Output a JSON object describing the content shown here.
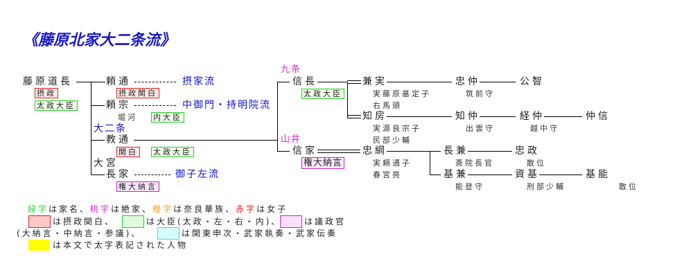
{
  "title": "《藤原北家大二条流》",
  "michinaga": {
    "name": "藤原道長",
    "t1": "摂政",
    "t2": "太政大臣"
  },
  "yorimichi": {
    "name": "頼通",
    "t1": "摂政関白",
    "branch": "摂家流"
  },
  "yorimune": {
    "name": "頼宗",
    "note": "堀河",
    "t1": "内大臣",
    "branch": "中御門・持明院流"
  },
  "norimichi": {
    "house": "大二条",
    "name": "教通",
    "t1": "関白",
    "t2": "太政大臣"
  },
  "nagaie": {
    "house": "大宮",
    "name": "長家",
    "t1": "権大納言",
    "branch": "御子左流"
  },
  "nobunaga": {
    "house": "九条",
    "name": "信長",
    "t1": "太政大臣"
  },
  "kanezane": {
    "name": "兼実",
    "n1": "実藤原基定子",
    "n2": "右馬頭"
  },
  "tadanaka": {
    "name": "忠仲",
    "n1": "筑前守"
  },
  "kimitomo": {
    "name": "公智"
  },
  "tomofusa": {
    "name": "知房",
    "n1": "実源良宗子",
    "n2": "民部少輔"
  },
  "tomonaka": {
    "name": "知仲",
    "n1": "出雲守"
  },
  "tsunenaka": {
    "name": "経仲",
    "n1": "越中守"
  },
  "nakanobu": {
    "name": "仲信"
  },
  "nobuie": {
    "house": "山井",
    "name": "信家",
    "t1": "権大納言"
  },
  "tadatsuna": {
    "name": "忠綱",
    "n1": "実頼通子",
    "n2": "春宮亮"
  },
  "nagakane": {
    "name": "長兼",
    "n1": "斎院長官"
  },
  "tadamasa": {
    "name": "忠政",
    "n1": "散位"
  },
  "motokane": {
    "name": "基兼",
    "n1": "能登守"
  },
  "sukemoto": {
    "name": "資基",
    "n1": "刑部少輔"
  },
  "motoyoshi": {
    "name": "基能",
    "n1": "散位"
  },
  "legend": {
    "green": "緑字",
    "l1a": "は家名、",
    "pink": "桃字",
    "l1b": "は絶家、",
    "orange": "橙字",
    "l1c": "は奈良華族、",
    "red": "赤字",
    "l1d": "は女子",
    "l2a": "は摂政関白、",
    "l2b": "は大臣(太政・左・右・内)、",
    "l2c": "は議政官",
    "l3a": "(大納言・中納言・参議)、",
    "l3b": "は関東申次・武家執奏・武家伝奏",
    "l4": "は本文で太字表記された人物",
    "colors": {
      "green": "#20e020",
      "pink": "#e020e0",
      "orange": "#f0a020",
      "red": "#e02020",
      "yellow": "#ffff00",
      "cyan": "#d8fafa"
    }
  }
}
